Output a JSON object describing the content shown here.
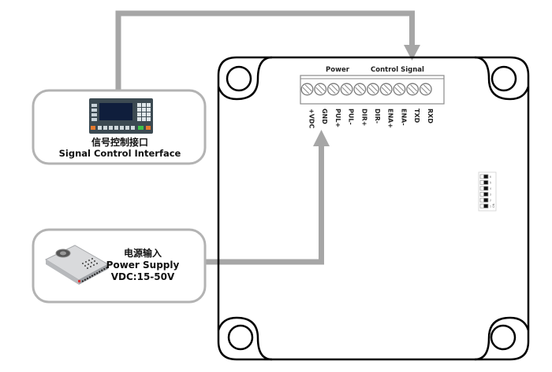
{
  "diagram": {
    "signal_card": {
      "title_cn": "信号控制接口",
      "title_en": "Signal Control Interface",
      "device_icon": "controller-hmi-icon"
    },
    "power_card": {
      "title_cn": "电源输入",
      "title_en": "Power Supply",
      "spec": "VDC:15-50V",
      "device_icon": "power-supply-icon"
    },
    "board": {
      "group_labels": {
        "power": "Power",
        "control": "Control Signal"
      },
      "terminals": [
        "+VDC",
        "GND",
        "PUL+",
        "PUL-",
        "DIR+",
        "DIR-",
        "ENA+",
        "ENA-",
        "TXD",
        "RXD"
      ],
      "dip_switch": {
        "count": 6,
        "labels": [
          "6",
          "5",
          "4",
          "3",
          "2",
          "1"
        ],
        "on_label": "ON"
      }
    },
    "colors": {
      "connector": "#a6a6a6",
      "card_border": "#b3b3b3",
      "board_outline": "#000000"
    }
  }
}
